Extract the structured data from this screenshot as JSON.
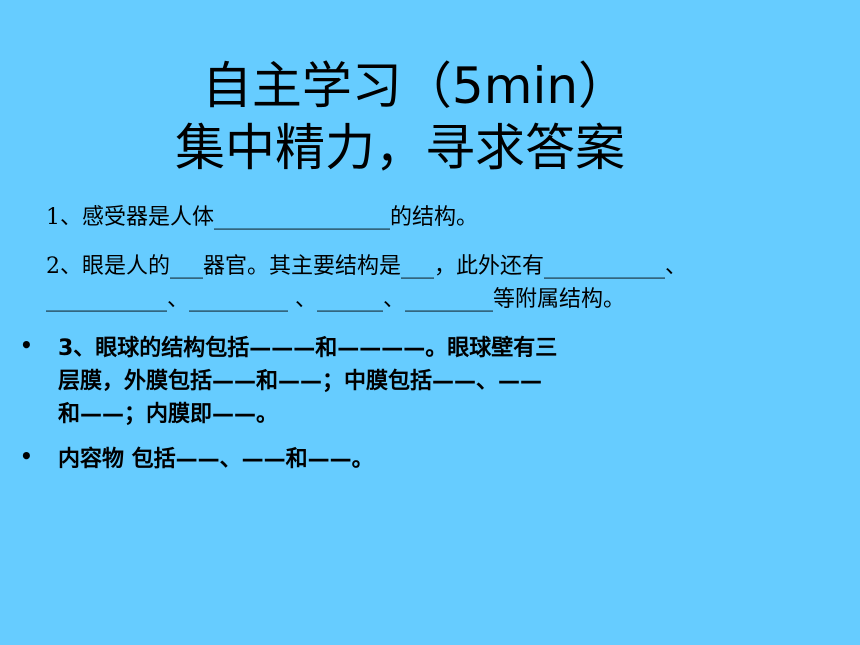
{
  "title": {
    "line1": "自主学习（5min）",
    "line2": "集中精力，寻求答案"
  },
  "questions": {
    "q1": "1、感受器是人体________________的结构。",
    "q2_line1": "2、眼是人的___器官。其主要结构是___，此外还有___________、",
    "q2_line2": "___________、_________ 、______、________等附属结构。",
    "q3_line1": "3、眼球的结构包括———和————。眼球壁有三",
    "q3_line2": "层膜，外膜包括——和——；中膜包括——、——",
    "q3_line3": "和——；内膜即——。",
    "q4": "内容物 包括——、——和——。"
  },
  "bullet": "•",
  "colors": {
    "background": "#66ccff",
    "text": "#000000"
  }
}
